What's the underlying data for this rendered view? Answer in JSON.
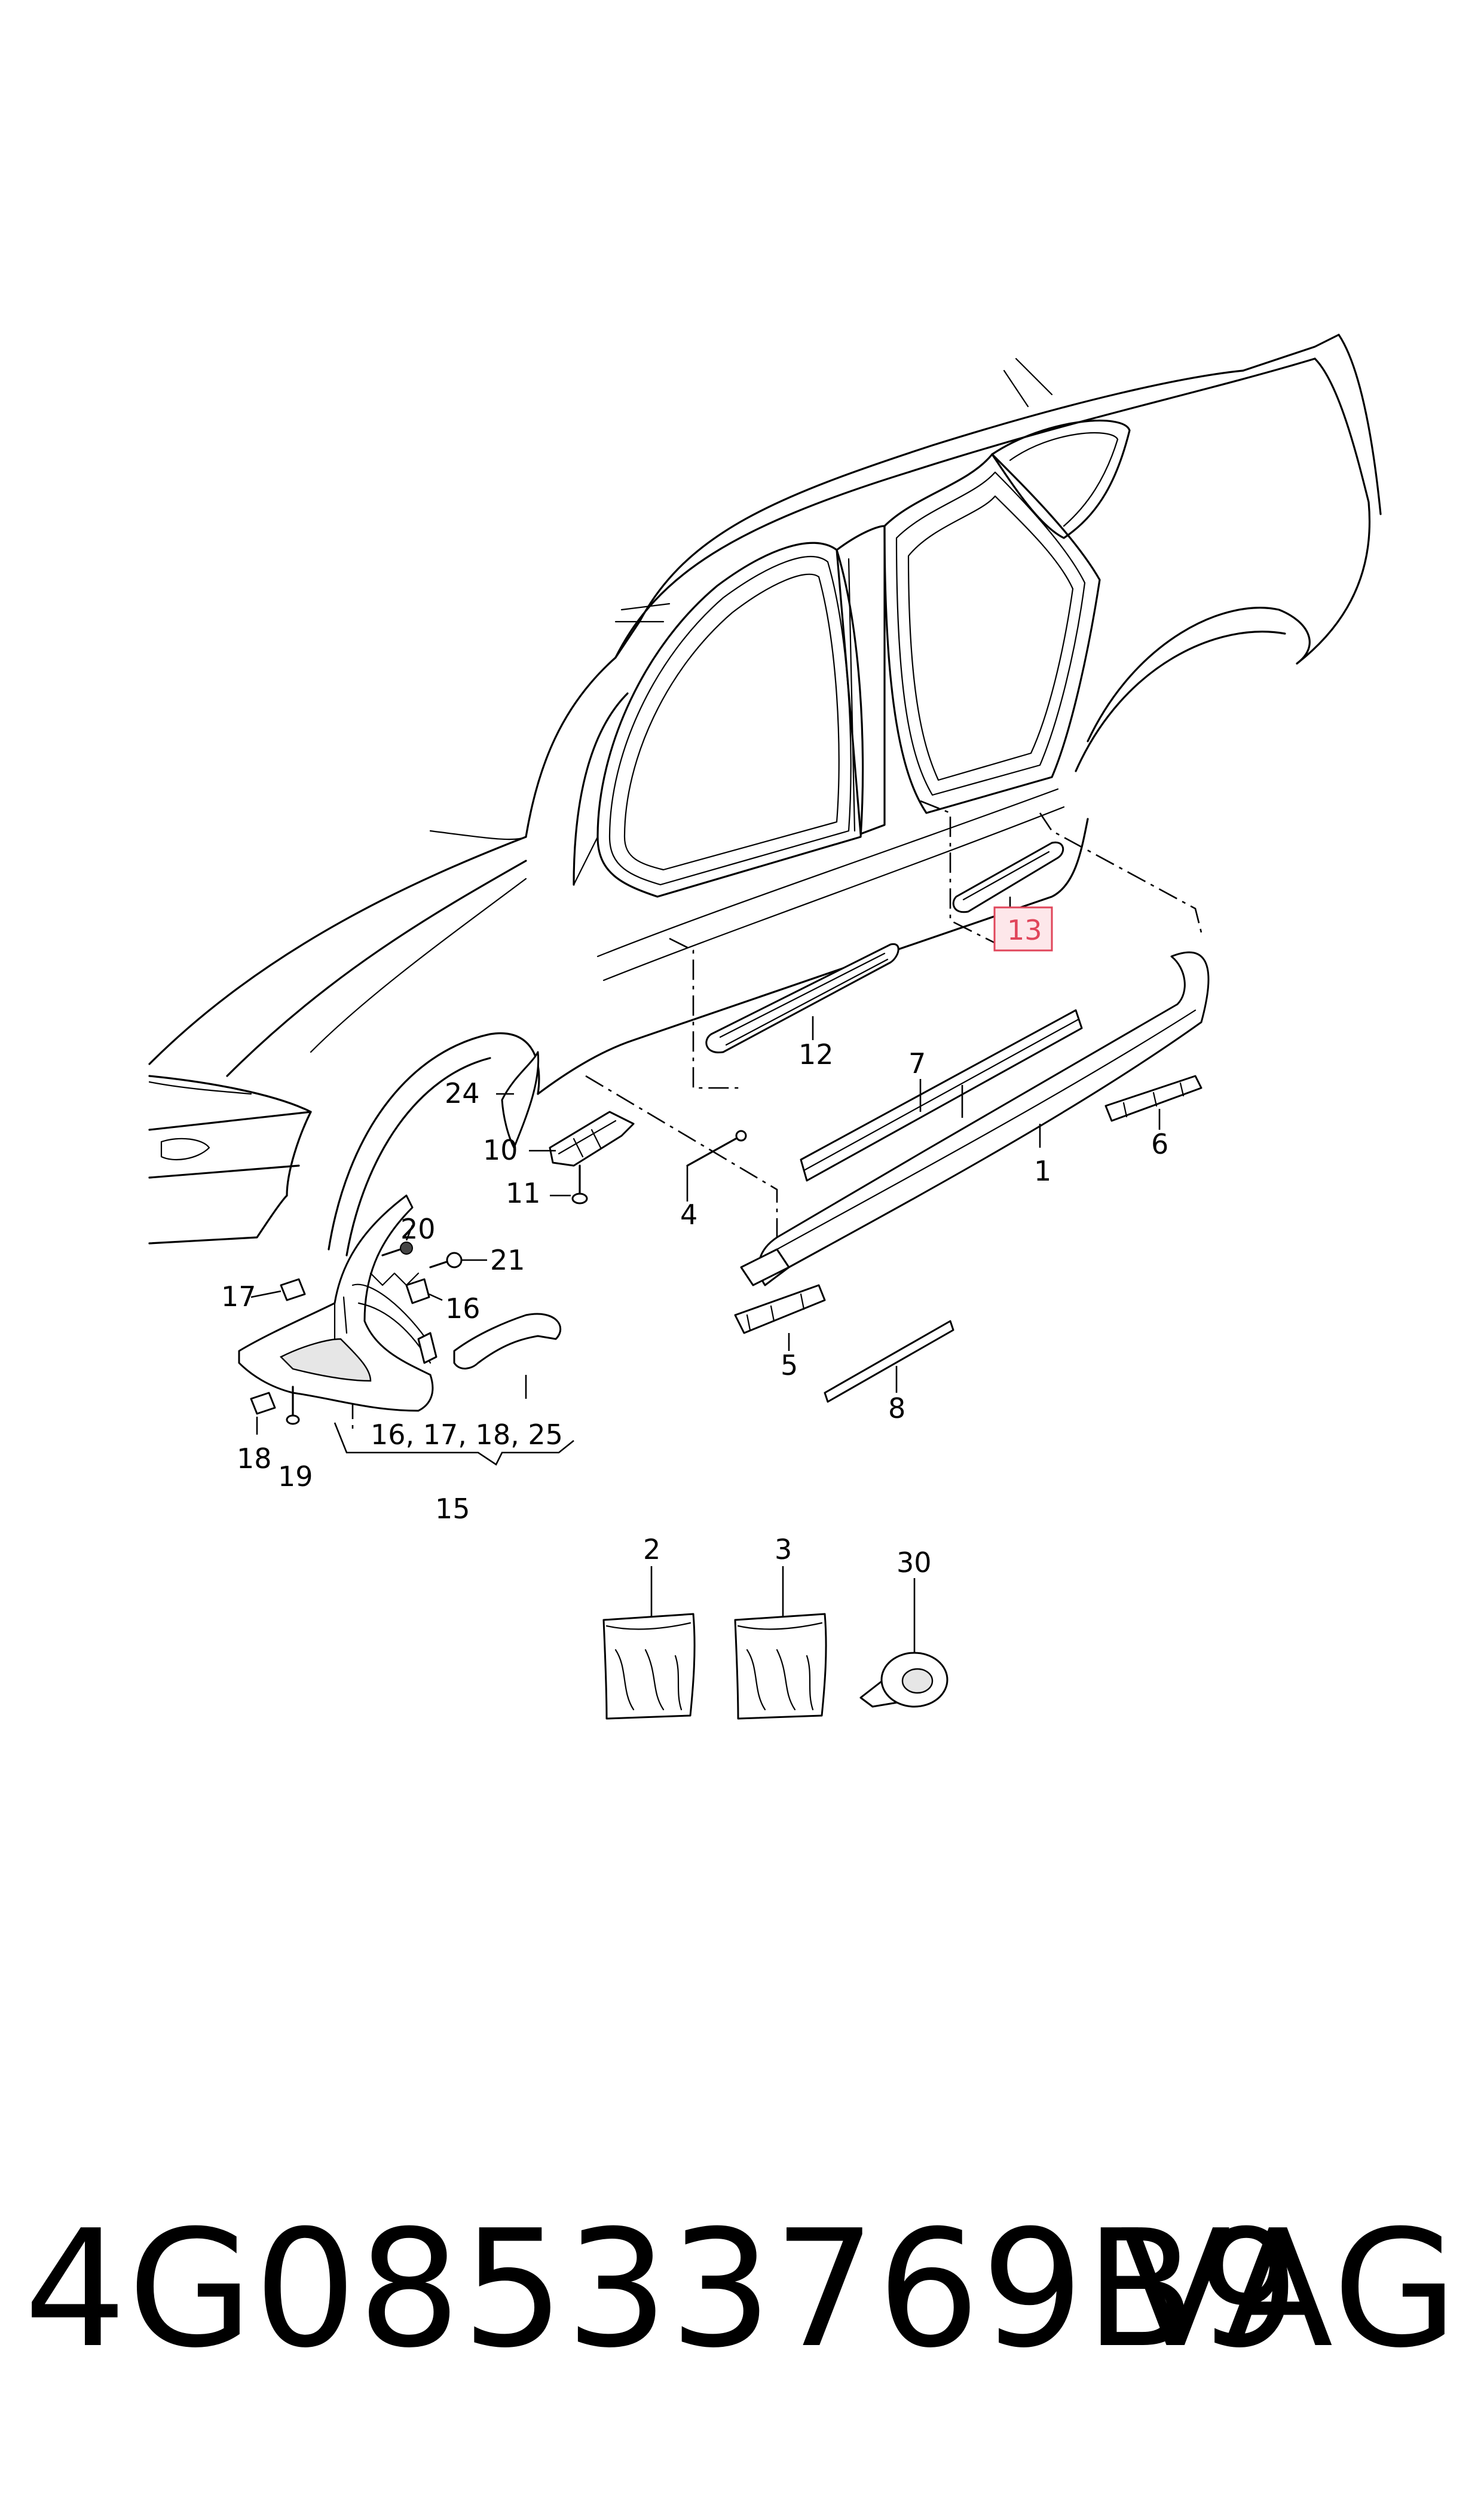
{
  "labels": {
    "l1": "1",
    "l2": "2",
    "l3": "3",
    "l4": "4",
    "l5": "5",
    "l6": "6",
    "l7": "7",
    "l8": "8",
    "l10": "10",
    "l11": "11",
    "l12": "12",
    "l13": "13",
    "l15": "15",
    "l15sub": "16, 17, 18, 25",
    "l16": "16",
    "l17": "17",
    "l18": "18",
    "l19": "19",
    "l20": "20",
    "l21": "21",
    "l24": "24",
    "l30": "30"
  },
  "footer": {
    "part_number": "4G08533769B9",
    "brand": "VAG"
  },
  "colors": {
    "highlight_stroke": "#e0455a",
    "highlight_fill": "#fde7ea"
  }
}
